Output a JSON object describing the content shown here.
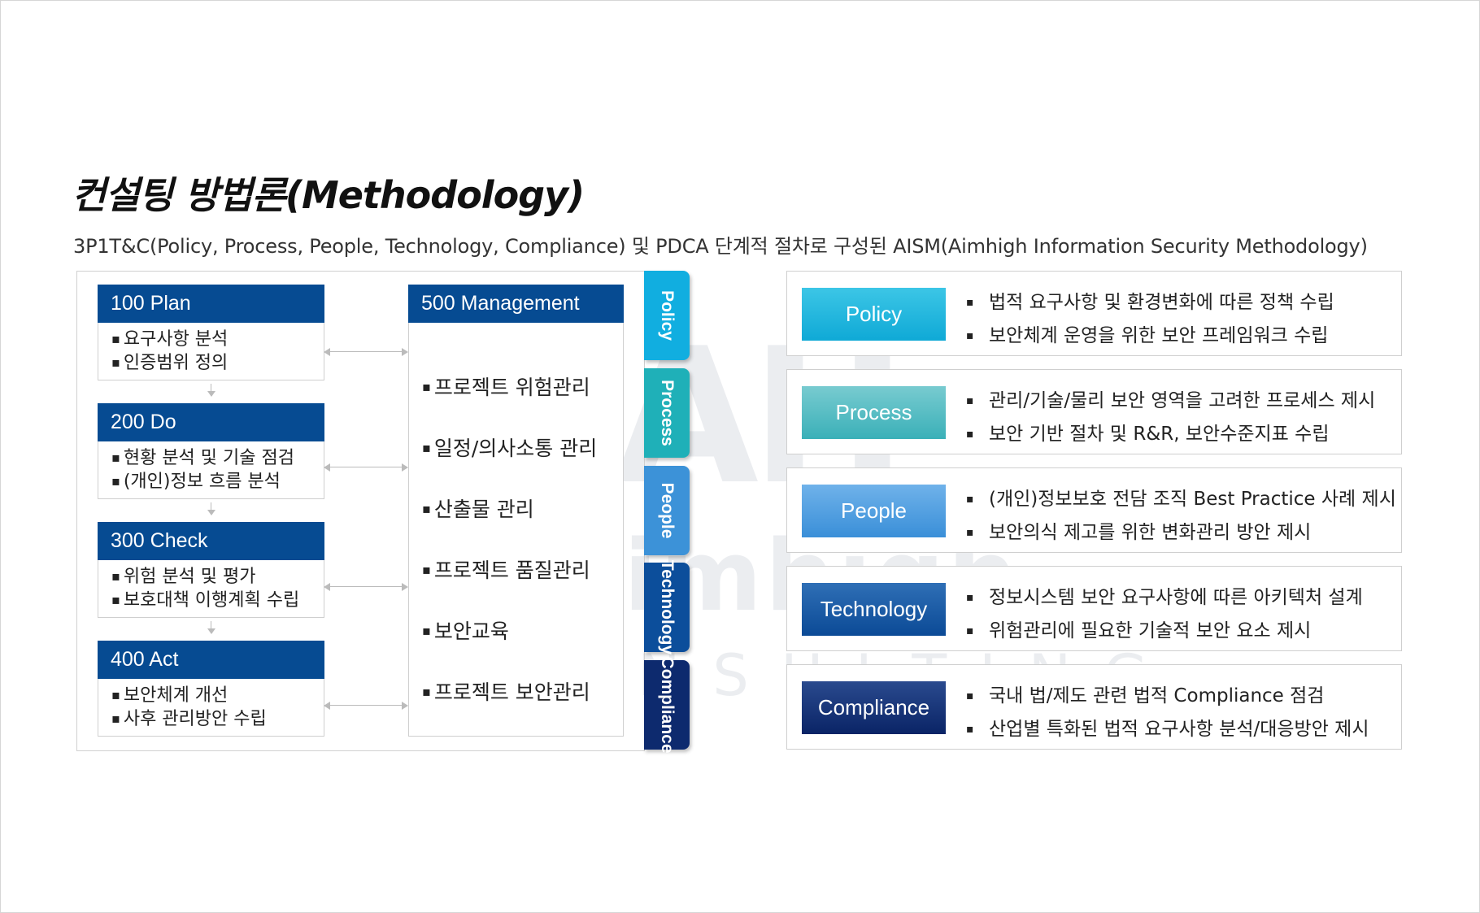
{
  "title": "컨설팅 방법론(Methodology)",
  "subtitle": "3P1T&C(Policy, Process, People, Technology, Compliance) 및 PDCA 단계적 절차로 구성된 AISM(Aimhigh Information Security Methodology)",
  "watermark": {
    "logo": "AH",
    "name": "Aimhigh",
    "sub": "CONSULTING"
  },
  "phases": [
    {
      "title": "100 Plan",
      "items": [
        "요구사항 분석",
        "인증범위 정의"
      ]
    },
    {
      "title": "200 Do",
      "items": [
        "현황 분석 및 기술 점검",
        "(개인)정보 흐름 분석"
      ]
    },
    {
      "title": "300 Check",
      "items": [
        "위험 분석 및 평가",
        "보호대책 이행계획 수립"
      ]
    },
    {
      "title": "400 Act",
      "items": [
        "보안체계 개선",
        "사후 관리방안 수립"
      ]
    }
  ],
  "management": {
    "title": "500 Management",
    "items": [
      "프로젝트 위험관리",
      "일정/의사소통 관리",
      "산출물 관리",
      "프로젝트 품질관리",
      "보안교육",
      "프로젝트 보안관리"
    ]
  },
  "tabs": [
    {
      "label": "Policy",
      "color": "#11aee0"
    },
    {
      "label": "Process",
      "color": "#1fb0b8"
    },
    {
      "label": "People",
      "color": "#3c92d8"
    },
    {
      "label": "Technology",
      "color": "#0c4e9b"
    },
    {
      "label": "Compliance",
      "color": "#0d2a6e"
    }
  ],
  "details": [
    {
      "label": "Policy",
      "color_top": "#3cc6e6",
      "color_bottom": "#0fa9d6",
      "items": [
        "법적 요구사항 및 환경변화에 따른 정책 수립",
        "보안체계 운영을 위한 보안 프레임워크 수립"
      ]
    },
    {
      "label": "Process",
      "color_top": "#78cbd0",
      "color_bottom": "#3ab0b8",
      "items": [
        "관리/기술/물리 보안 영역을 고려한 프로세스 제시",
        "보안 기반 절차 및 R&R, 보안수준지표 수립"
      ]
    },
    {
      "label": "People",
      "color_top": "#6fb2ea",
      "color_bottom": "#3a8fd8",
      "items": [
        "(개인)정보보호 전담 조직 Best Practice 사례 제시",
        "보안의식 제고를 위한 변화관리 방안 제시"
      ]
    },
    {
      "label": "Technology",
      "color_top": "#2f6fb6",
      "color_bottom": "#0b4a96",
      "items": [
        "정보시스템 보안 요구사항에 따른 아키텍처 설계",
        "위험관리에 필요한 기술적 보안 요소 제시"
      ]
    },
    {
      "label": "Compliance",
      "color_top": "#2a4a8e",
      "color_bottom": "#0a2466",
      "items": [
        "국내 법/제도 관련 법적 Compliance 점검",
        "산업별 특화된 법적 요구사항 분석/대응방안 제시"
      ]
    }
  ]
}
